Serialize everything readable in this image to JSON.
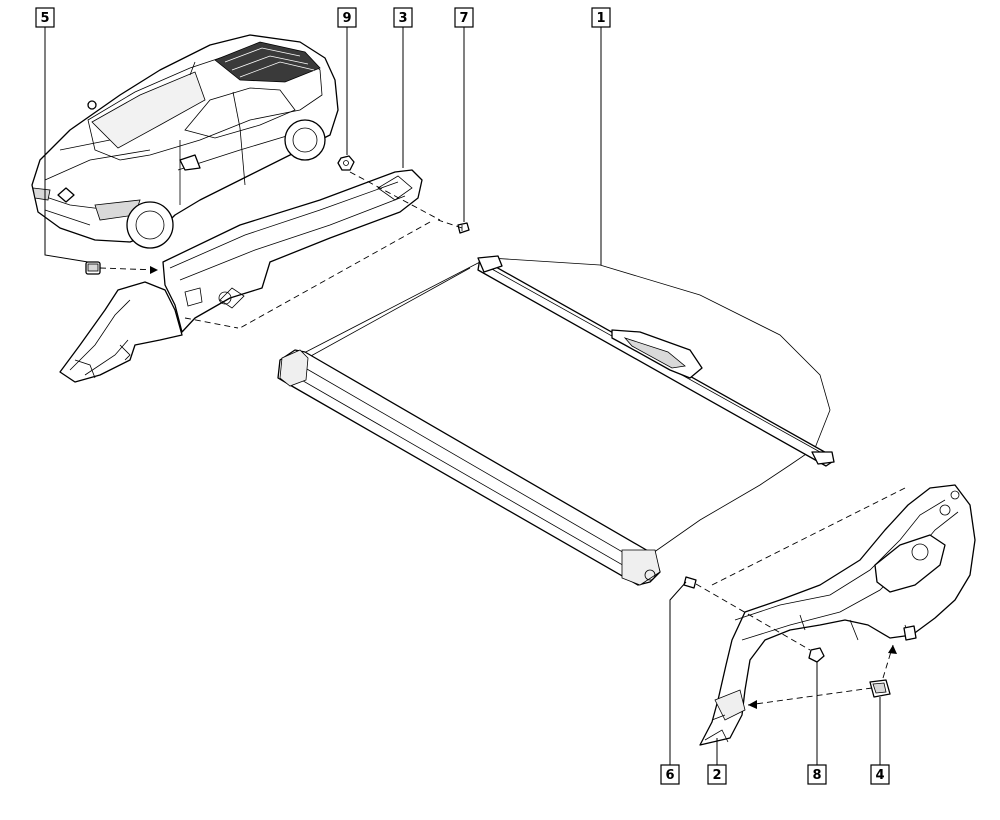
{
  "labels": {
    "part_1": "1",
    "part_2": "2",
    "part_3": "3",
    "part_4": "4",
    "part_5": "5",
    "part_6": "6",
    "part_7": "7",
    "part_8": "8",
    "part_9": "9"
  }
}
